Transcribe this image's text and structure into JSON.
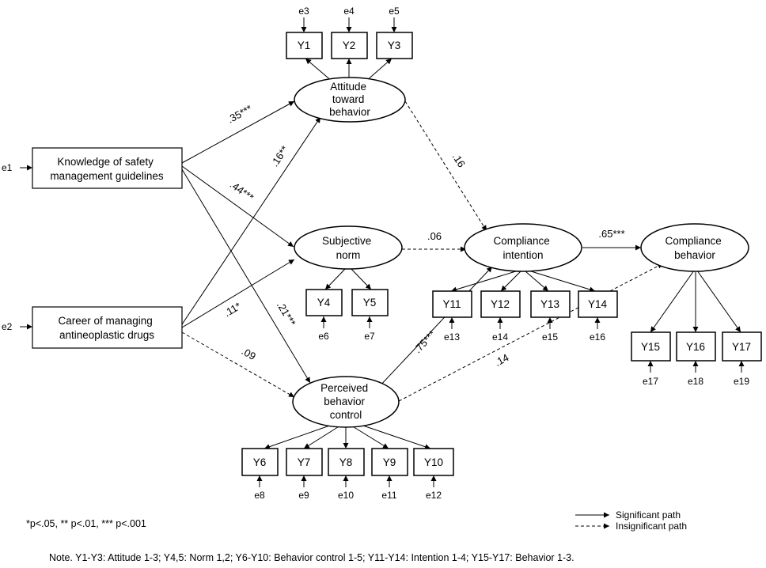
{
  "latents": {
    "attitude": [
      "Attitude",
      "toward",
      "behavior"
    ],
    "norm": [
      "Subjective",
      "norm"
    ],
    "pbc": [
      "Perceived",
      "behavior",
      "control"
    ],
    "intention": [
      "Compliance",
      "intention"
    ],
    "behavior": [
      "Compliance",
      "behavior"
    ]
  },
  "exogenous": {
    "knowledge": [
      "Knowledge of safety",
      "management guidelines"
    ],
    "career": [
      "Career of managing",
      "antineoplastic drugs"
    ]
  },
  "indicators": {
    "Y1": "Y1",
    "Y2": "Y2",
    "Y3": "Y3",
    "Y4": "Y4",
    "Y5": "Y5",
    "Y6": "Y6",
    "Y7": "Y7",
    "Y8": "Y8",
    "Y9": "Y9",
    "Y10": "Y10",
    "Y11": "Y11",
    "Y12": "Y12",
    "Y13": "Y13",
    "Y14": "Y14",
    "Y15": "Y15",
    "Y16": "Y16",
    "Y17": "Y17"
  },
  "errors": {
    "e1": "e1",
    "e2": "e2",
    "e3": "e3",
    "e4": "e4",
    "e5": "e5",
    "e6": "e6",
    "e7": "e7",
    "e8": "e8",
    "e9": "e9",
    "e10": "e10",
    "e11": "e11",
    "e12": "e12",
    "e13": "e13",
    "e14": "e14",
    "e15": "e15",
    "e16": "e16",
    "e17": "e17",
    "e18": "e18",
    "e19": "e19"
  },
  "coefficients": {
    "k_att": ".35***",
    "c_att": ".16**",
    "k_norm": ".44***",
    "k_pbc": ".21***",
    "c_norm": ".11*",
    "c_pbc": ".09",
    "att_int": ".16",
    "norm_int": ".06",
    "pbc_int": ".75***",
    "pbc_beh": ".14",
    "int_beh": ".65***"
  },
  "legend": {
    "significant": "Significant path",
    "insignificant": "Insignificant path"
  },
  "significance_note": "*p<.05, ** p<.01, *** p<.001",
  "note": "Note. Y1-Y3: Attitude 1-3; Y4,5: Norm 1,2; Y6-Y10: Behavior control 1-5; Y11-Y14: Intention 1-4; Y15-Y17: Behavior 1-3."
}
